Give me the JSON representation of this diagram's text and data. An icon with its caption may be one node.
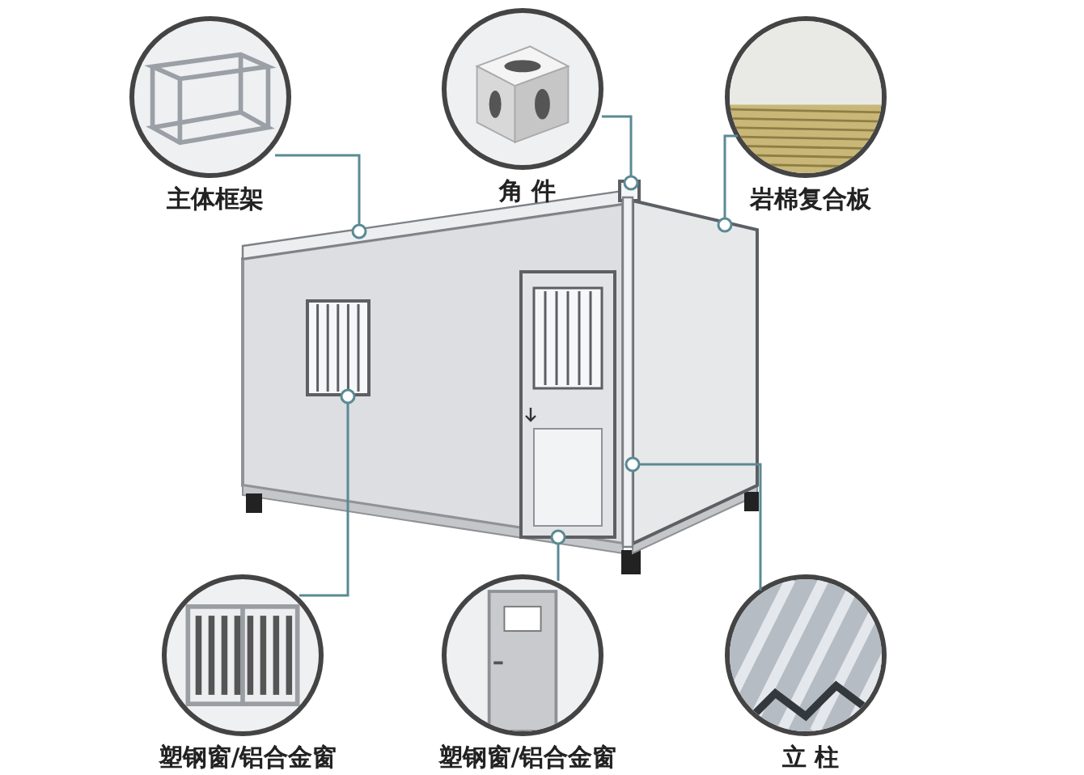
{
  "diagram": {
    "nodes": [
      {
        "text": [
          "主体框架"
        ]
      },
      {
        "text": [
          "角 件"
        ]
      },
      {
        "text": [
          "岩棉复合板"
        ]
      },
      {
        "text": [
          "塑钢窗/铝合金窗"
        ]
      },
      {
        "text": [
          "塑钢窗/铝合金窗"
        ]
      },
      {
        "text": [
          "立 柱"
        ]
      },
      {
        "text": [],
        "shape": "bar"
      },
      {
        "text": [],
        "shape": "box"
      },
      {
        "text": [],
        "shape": "box"
      },
      {
        "text": [],
        "shape": "box"
      },
      {
        "text": [],
        "shape": "box"
      },
      {
        "text": [],
        "shape": "bar"
      }
    ],
    "edges": [
      {
        "from": 0,
        "to": 6,
        "arrow": "other"
      },
      {
        "from": 1,
        "to": 7,
        "arrow": "other"
      },
      {
        "from": 2,
        "to": 8,
        "arrow": "other"
      },
      {
        "from": 3,
        "to": 9,
        "arrow": "other"
      },
      {
        "from": 4,
        "to": 10,
        "arrow": "other"
      },
      {
        "from": 5,
        "to": 11,
        "arrow": "other"
      }
    ]
  }
}
